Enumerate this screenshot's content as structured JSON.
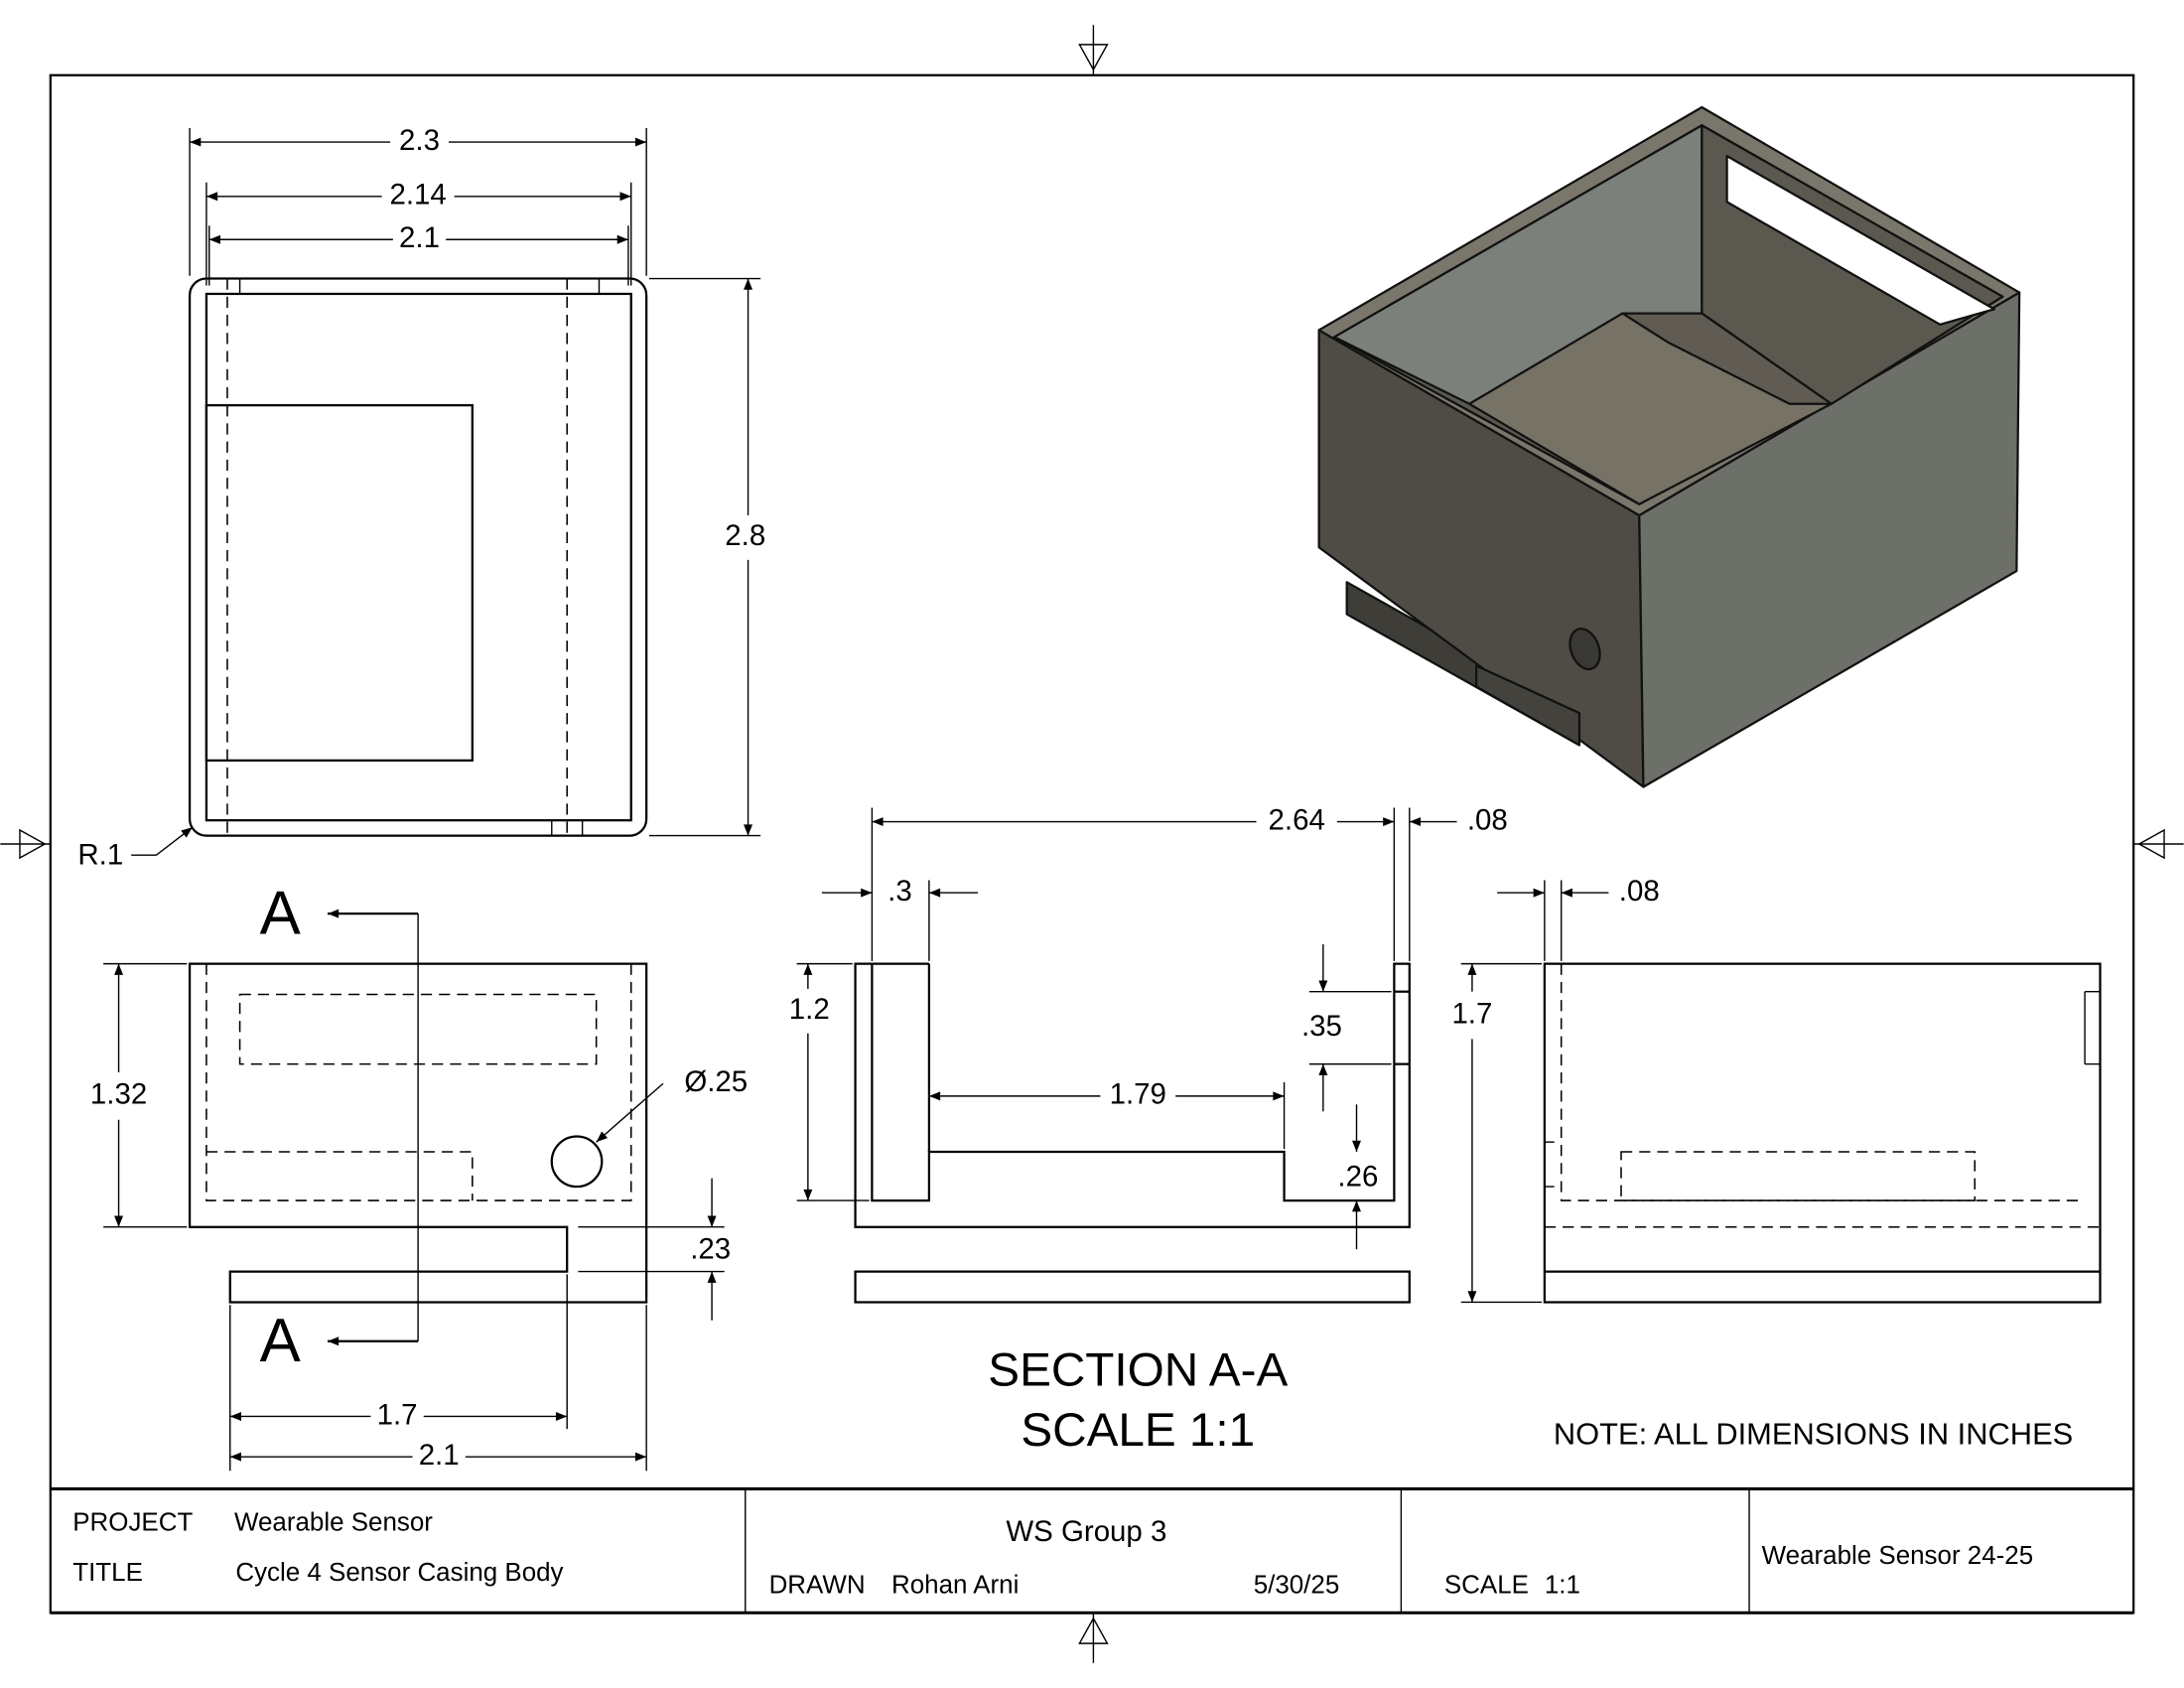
{
  "top_view": {
    "dim_overall_width": "2.3",
    "dim_inner_width": "2.14",
    "dim_width": "2.1",
    "dim_height": "2.8",
    "dim_radius": "R.1"
  },
  "front_view": {
    "section_label_top": "A",
    "section_label_bottom": "A",
    "dim_height": "1.32",
    "dim_hole": "Ø.25",
    "dim_gap": ".23",
    "dim_tab_length": "1.7",
    "dim_tab_width": "2.1"
  },
  "section_view": {
    "dim_length": "2.64",
    "dim_wall_right": ".08",
    "dim_pillar": ".3",
    "dim_height": "1.2",
    "dim_slot": ".35",
    "dim_floor_length": "1.79",
    "dim_floor_depth": ".26",
    "title": "SECTION A-A",
    "scale": "SCALE 1:1"
  },
  "side_view": {
    "dim_wall": ".08",
    "dim_height": "1.7"
  },
  "note": "NOTE: ALL DIMENSIONS IN INCHES",
  "title_block": {
    "project_label": "PROJECT",
    "project_value": "Wearable Sensor",
    "title_label": "TITLE",
    "title_value": "Cycle 4 Sensor Casing Body",
    "group": "WS Group 3",
    "drawn_label": "DRAWN",
    "drawn_by": "Rohan Arni",
    "date": "5/30/25",
    "scale_label": "SCALE",
    "scale_value": "1:1",
    "doc_name": "Wearable Sensor 24-25"
  },
  "colors": {
    "model_left_face": "#4f4c45",
    "model_right_face": "#6d6f69",
    "model_rim": "#7a766c",
    "model_floor": "#777266"
  }
}
